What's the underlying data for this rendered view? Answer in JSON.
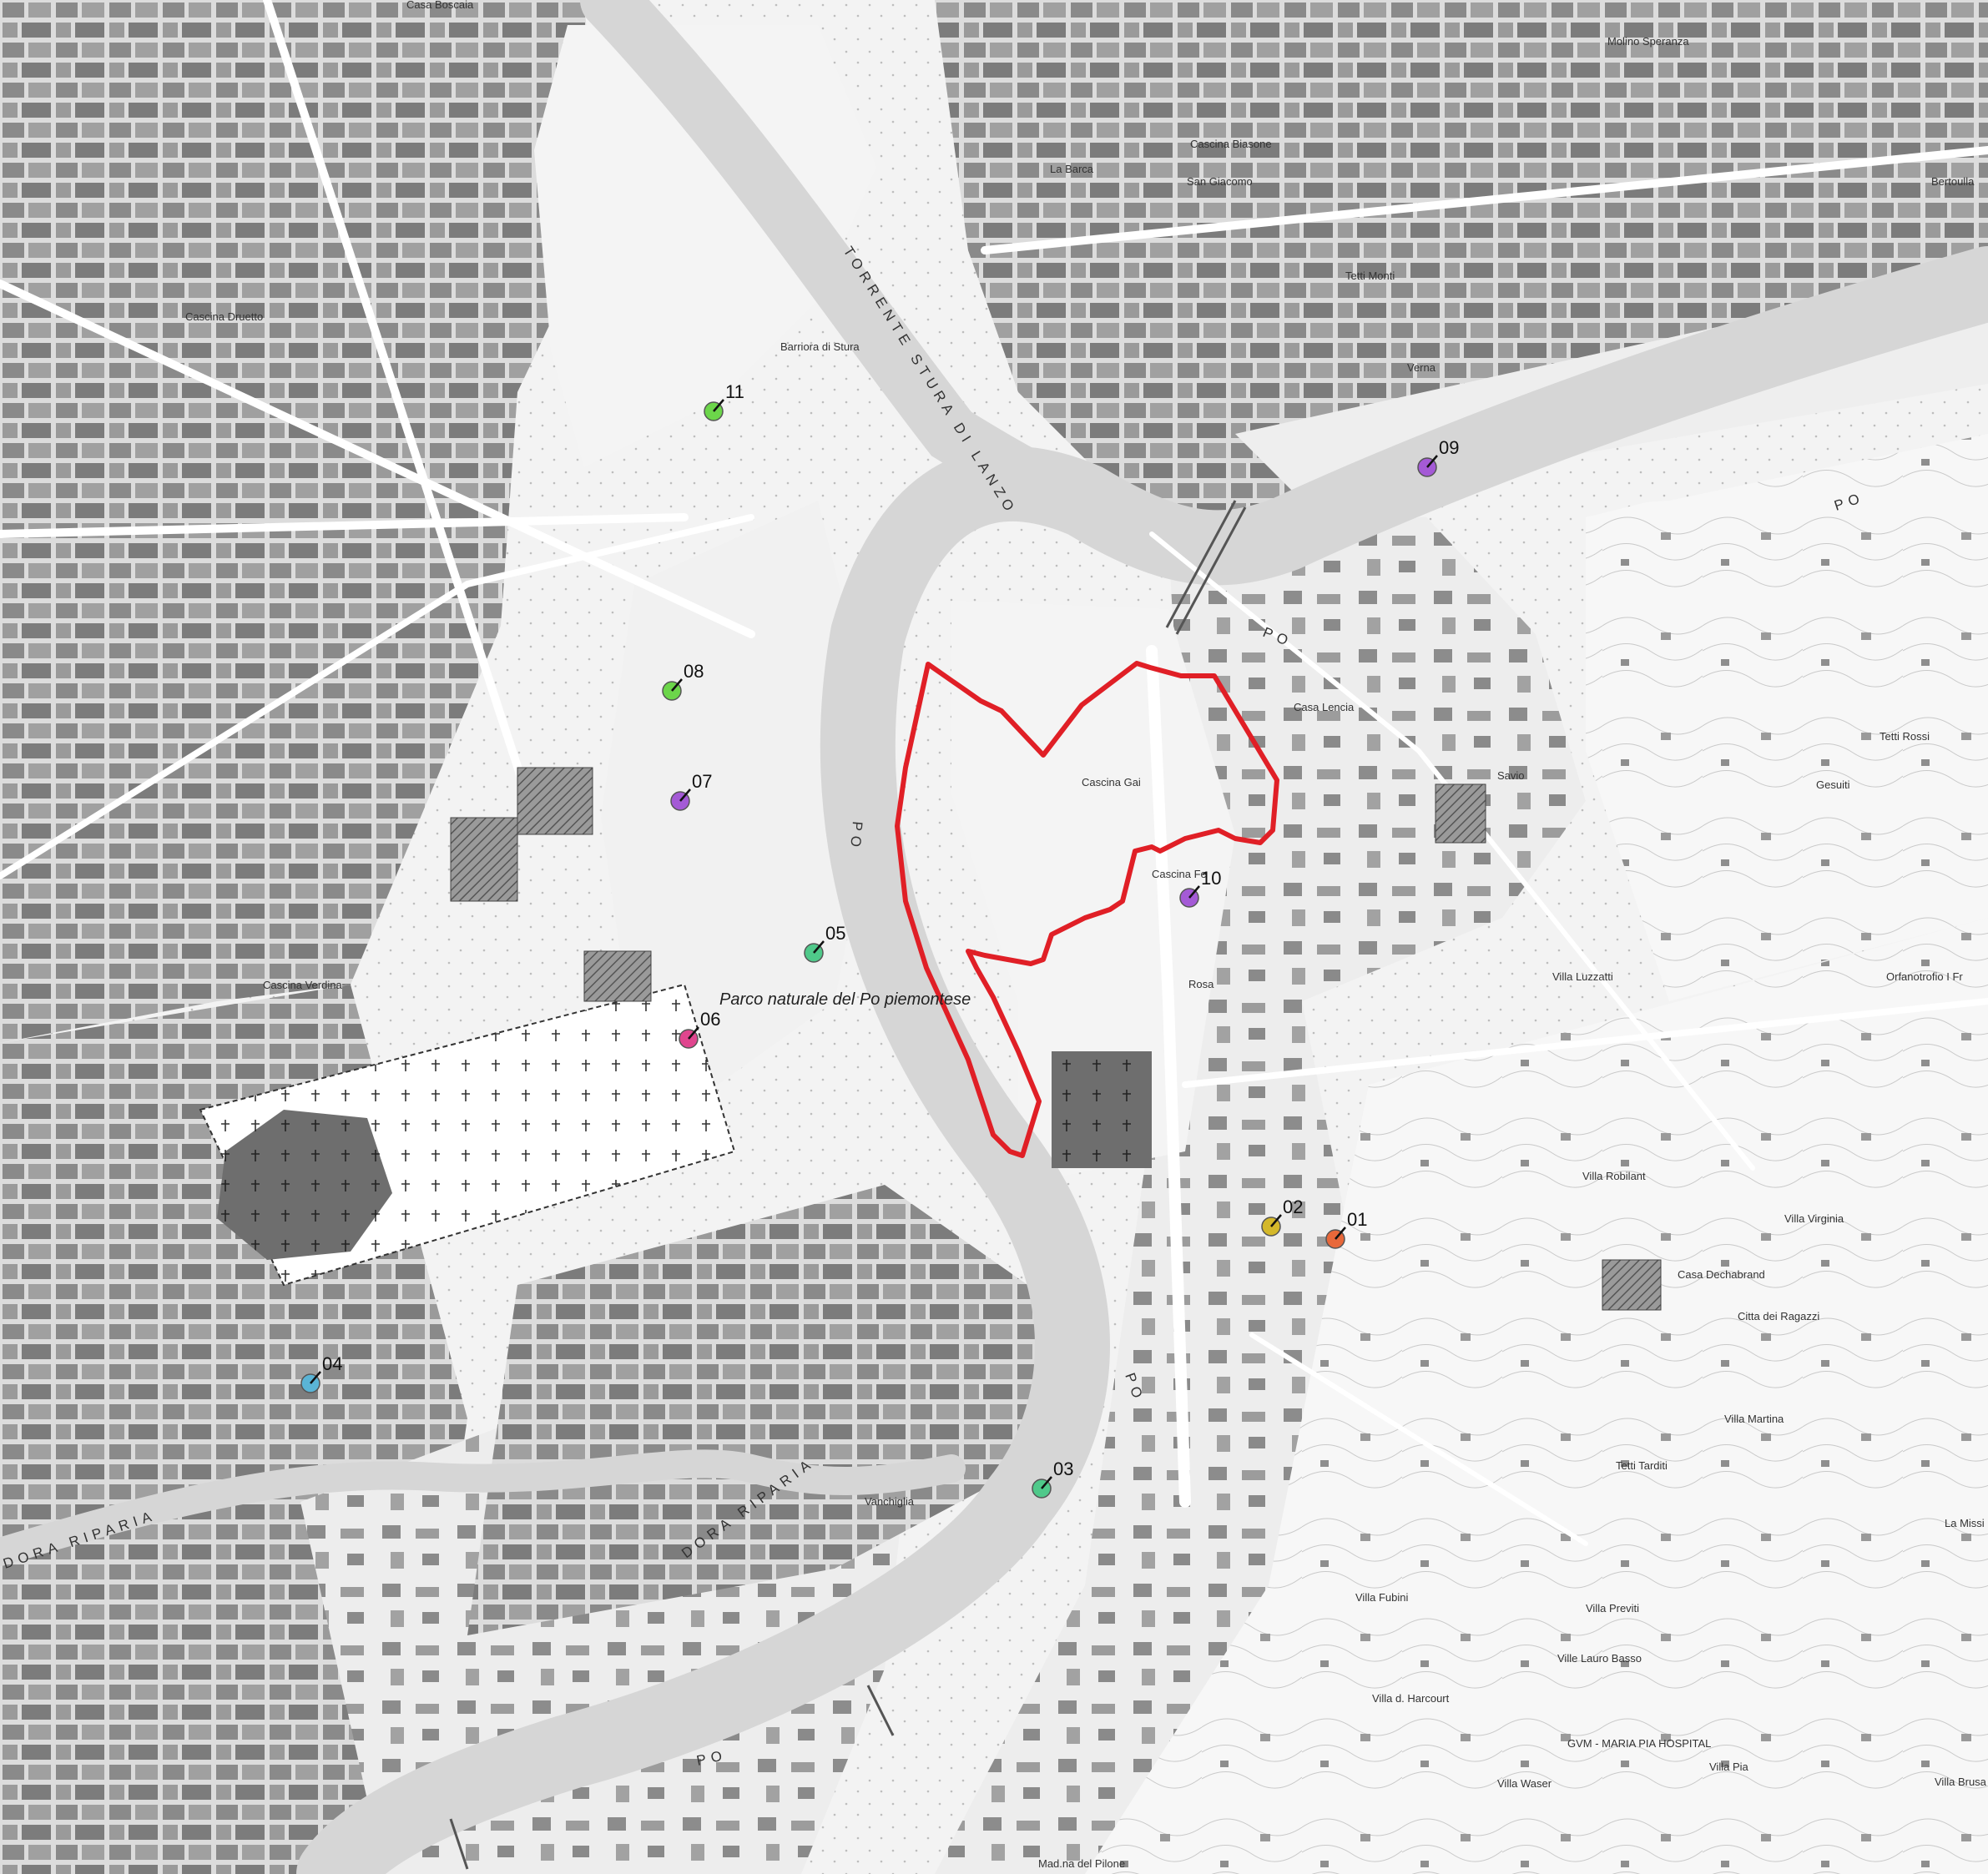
{
  "map": {
    "places": [
      {
        "id": "casa-boscaia",
        "label": "Casa Boscaia"
      },
      {
        "id": "molino-speranza",
        "label": "Molino Speranza"
      },
      {
        "id": "la-barca",
        "label": "La Barca"
      },
      {
        "id": "cascina-biasone",
        "label": "Cascina Biasone"
      },
      {
        "id": "san-giacomo",
        "label": "San Giacomo"
      },
      {
        "id": "bertoulla",
        "label": "Bertoulla"
      },
      {
        "id": "tetti-monti",
        "label": "Tetti Monti"
      },
      {
        "id": "verna",
        "label": "Verna"
      },
      {
        "id": "cascina-druetto",
        "label": "Cascina Druetto"
      },
      {
        "id": "barriera-di-stura",
        "label": "Barriora di Stura"
      },
      {
        "id": "casa-lencia",
        "label": "Casa Lencia"
      },
      {
        "id": "cascina-gai",
        "label": "Cascina Gai"
      },
      {
        "id": "cascina-fe",
        "label": "Cascina Fe"
      },
      {
        "id": "savio",
        "label": "Savio"
      },
      {
        "id": "tetti-rossi",
        "label": "Tetti Rossi"
      },
      {
        "id": "gesuiti",
        "label": "Gesuiti"
      },
      {
        "id": "rosa",
        "label": "Rosa"
      },
      {
        "id": "villa-luzzatti",
        "label": "Villa Luzzatti"
      },
      {
        "id": "orfanotrofio",
        "label": "Orfanotrofio I Fr"
      },
      {
        "id": "cascina-verdina",
        "label": "Cascina Verdina"
      },
      {
        "id": "villa-robilant",
        "label": "Villa Robilant"
      },
      {
        "id": "villa-virginia",
        "label": "Villa Virginia"
      },
      {
        "id": "casa-dechabrand",
        "label": "Casa Dechabrand"
      },
      {
        "id": "citta-dei-ragazzi",
        "label": "Citta dei Ragazzi"
      },
      {
        "id": "villa-martina",
        "label": "Villa Martina"
      },
      {
        "id": "tetti-tarditi",
        "label": "Tetti Tarditi"
      },
      {
        "id": "la-missi",
        "label": "La Missi"
      },
      {
        "id": "vanchiglia",
        "label": "Vanchiglia"
      },
      {
        "id": "villa-fubini",
        "label": "Villa Fubini"
      },
      {
        "id": "villa-previti",
        "label": "Villa Previti"
      },
      {
        "id": "ville-lauro-basso",
        "label": "Ville Lauro Basso"
      },
      {
        "id": "villa-d-harcourt",
        "label": "Villa d. Harcourt"
      },
      {
        "id": "gvm-maria-pia",
        "label": "GVM - MARIA PIA HOSPITAL"
      },
      {
        "id": "villa-pia",
        "label": "Villa Pia"
      },
      {
        "id": "villa-brusa",
        "label": "Villa Brusa"
      },
      {
        "id": "villa-waser",
        "label": "Villa Waser"
      },
      {
        "id": "mad-del-pilone",
        "label": "Mad.na del Pilone"
      }
    ],
    "rivers": {
      "stura": "TORRENTE STURA DI LANZO",
      "dora": "DORA RIPARIA",
      "po": "PO"
    },
    "park_label": "Parco naturale del Po piemontese",
    "markers": [
      {
        "id": "01",
        "label": "01",
        "color": "#e8683a"
      },
      {
        "id": "02",
        "label": "02",
        "color": "#d4b82a"
      },
      {
        "id": "03",
        "label": "03",
        "color": "#4fc98a"
      },
      {
        "id": "04",
        "label": "04",
        "color": "#5ab4d6"
      },
      {
        "id": "05",
        "label": "05",
        "color": "#4fc98a"
      },
      {
        "id": "06",
        "label": "06",
        "color": "#e0458e"
      },
      {
        "id": "07",
        "label": "07",
        "color": "#a45ad6"
      },
      {
        "id": "08",
        "label": "08",
        "color": "#6cd64a"
      },
      {
        "id": "09",
        "label": "09",
        "color": "#a45ad6"
      },
      {
        "id": "10",
        "label": "10",
        "color": "#a45ad6"
      },
      {
        "id": "11",
        "label": "11",
        "color": "#6cd64a"
      }
    ],
    "colors": {
      "background": "#fafafa",
      "river": "#d6d6d6",
      "building": "#7a7a7a",
      "road": "#ffffff",
      "boundary": "#e01f26"
    }
  }
}
